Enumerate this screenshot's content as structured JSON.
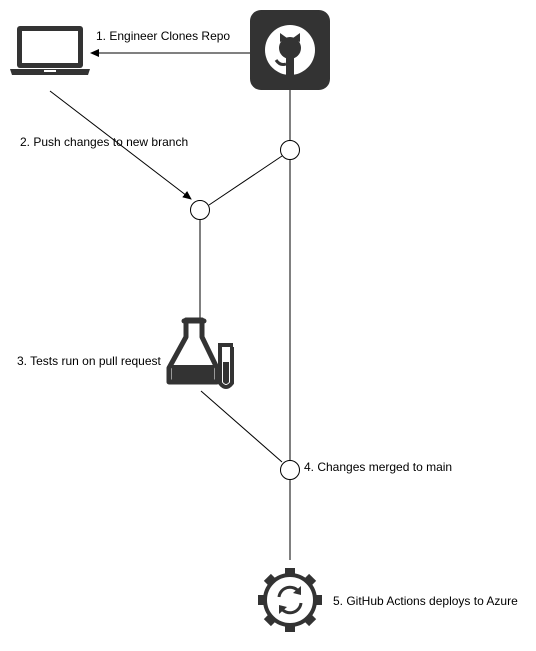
{
  "colors": {
    "stroke": "#000000",
    "icon_dark": "#333333",
    "icon_fill": "#ffffff",
    "background": "#ffffff"
  },
  "icons": {
    "laptop": "laptop-icon",
    "github": "github-icon",
    "test_flask": "flask-test-icon",
    "deploy_gear": "gear-sync-icon"
  },
  "steps": [
    {
      "label": "1. Engineer Clones Repo"
    },
    {
      "label": "2. Push changes to new branch"
    },
    {
      "label": "3. Tests run on pull request"
    },
    {
      "label": "4. Changes merged to main"
    },
    {
      "label": "5. GitHub Actions deploys to Azure"
    }
  ]
}
